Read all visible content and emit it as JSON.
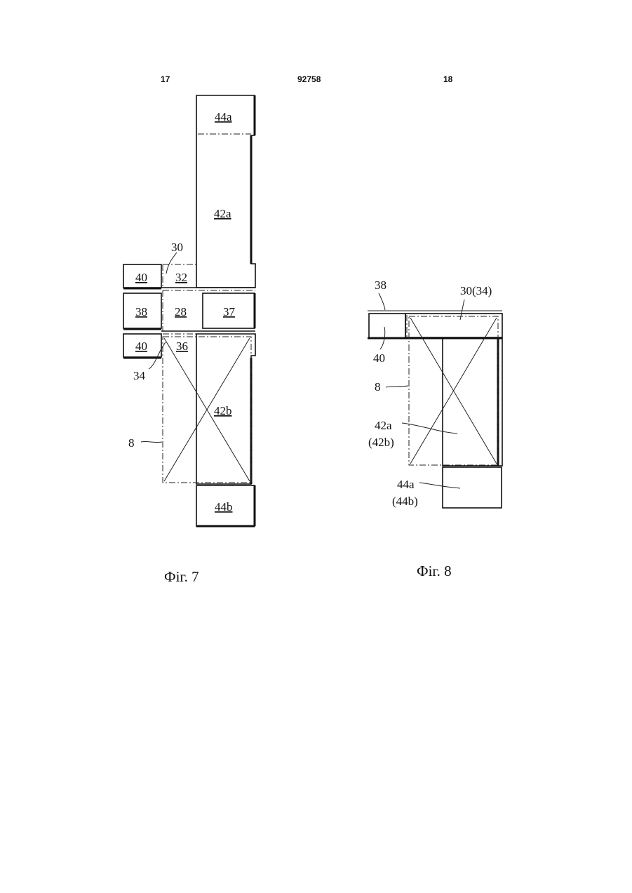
{
  "header": {
    "left_page": "17",
    "patent_number": "92758",
    "right_page": "18"
  },
  "fig7": {
    "caption": "Фiг. 7",
    "labels": {
      "l44a": "44a",
      "l42a": "42a",
      "l30": "30",
      "l40_top": "40",
      "l32": "32",
      "l38": "38",
      "l28": "28",
      "l37": "37",
      "l40_bot": "40",
      "l36": "36",
      "l34": "34",
      "l42b": "42b",
      "l8": "8",
      "l44b": "44b"
    }
  },
  "fig8": {
    "caption": "Фiг. 8",
    "labels": {
      "l38": "38",
      "l30_34": "30(34)",
      "l40": "40",
      "l8": "8",
      "l42a": "42a",
      "l42b": "(42b)",
      "l44a": "44a",
      "l44b": "(44b)"
    }
  }
}
